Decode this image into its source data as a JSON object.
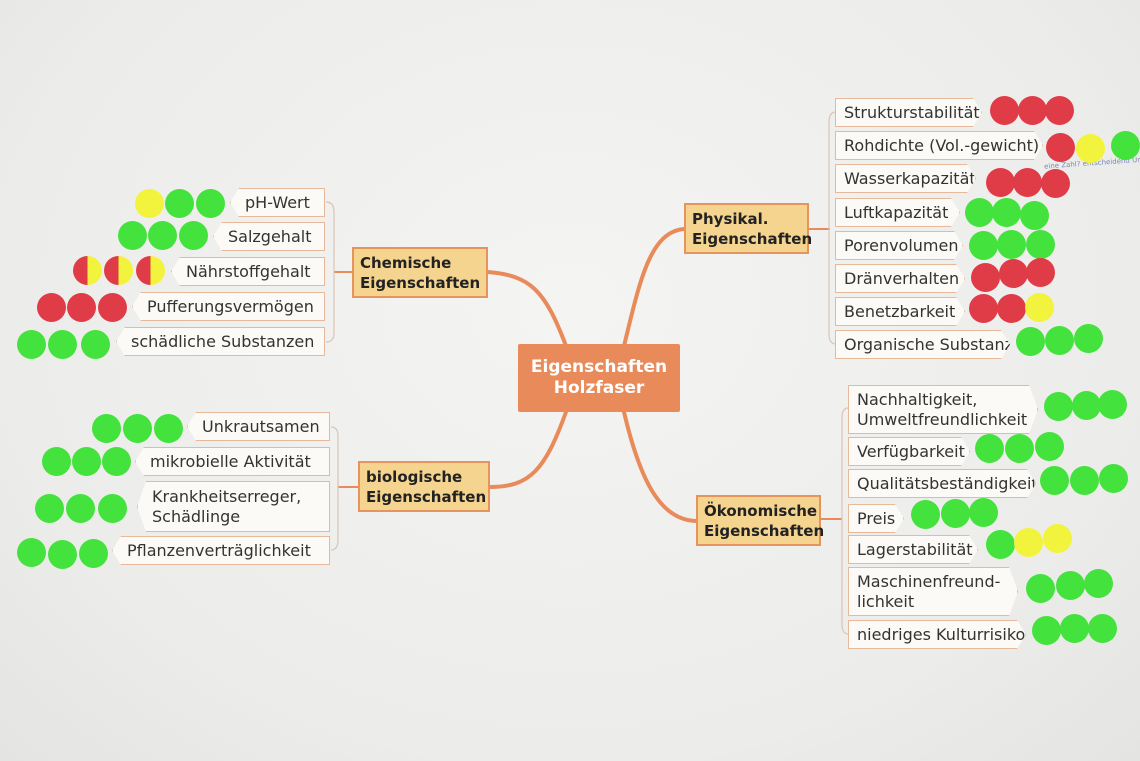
{
  "center": {
    "line1": "Eigenschaften",
    "line2": "Holzfaser"
  },
  "colors": {
    "green": "#44e23d",
    "red": "#e03c48",
    "yellow": "#f2f33c",
    "branch_fill": "#f4d48f",
    "line": "#e98a5a"
  },
  "chemisch": {
    "line1": "Chemische",
    "line2": "Eigenschaften",
    "items": [
      {
        "label": "pH-Wert",
        "ratings": [
          "yellow",
          "green",
          "green"
        ]
      },
      {
        "label": "Salzgehalt",
        "ratings": [
          "green",
          "green",
          "green"
        ]
      },
      {
        "label": "Nährstoffgehalt",
        "ratings": [
          "red-yellow",
          "red-yellow",
          "red-yellow"
        ]
      },
      {
        "label": "Pufferungsvermögen",
        "ratings": [
          "red",
          "red",
          "red"
        ]
      },
      {
        "label": "schädliche Substanzen",
        "ratings": [
          "green",
          "green",
          "green"
        ]
      }
    ]
  },
  "biologisch": {
    "line1": "biologische",
    "line2": "Eigenschaften",
    "items": [
      {
        "label": "Unkrautsamen",
        "ratings": [
          "green",
          "green",
          "green"
        ]
      },
      {
        "label": "mikrobielle Aktivität",
        "ratings": [
          "green",
          "green",
          "green"
        ]
      },
      {
        "label1": "Krankheitserreger,",
        "label2": "Schädlinge",
        "ratings": [
          "green",
          "green",
          "green"
        ]
      },
      {
        "label": "Pflanzenverträglichkeit",
        "ratings": [
          "green",
          "green",
          "green"
        ]
      }
    ]
  },
  "physikal": {
    "line1": "Physikal.",
    "line2": "Eigenschaften",
    "note": "eine Zahl? entscheidend Ungl",
    "items": [
      {
        "label": "Strukturstabilität",
        "ratings": [
          "red",
          "red",
          "red"
        ]
      },
      {
        "label": "Rohdichte (Vol.-gewicht)",
        "ratings": [
          "red",
          "yellow",
          "green"
        ]
      },
      {
        "label": "Wasserkapazität",
        "ratings": [
          "red",
          "red",
          "red"
        ]
      },
      {
        "label": "Luftkapazität",
        "ratings": [
          "green",
          "green",
          "green"
        ]
      },
      {
        "label": "Porenvolumen",
        "ratings": [
          "green",
          "green",
          "green"
        ]
      },
      {
        "label": "Dränverhalten",
        "ratings": [
          "red",
          "red",
          "red"
        ]
      },
      {
        "label": "Benetzbarkeit",
        "ratings": [
          "red",
          "red",
          "yellow"
        ]
      },
      {
        "label": "Organische Substanz",
        "ratings": [
          "green",
          "green",
          "green"
        ]
      }
    ]
  },
  "oekonomisch": {
    "line1": "Ökonomische",
    "line2": "Eigenschaften",
    "items": [
      {
        "label1": "Nachhaltigkeit,",
        "label2": "Umweltfreundlichkeit",
        "ratings": [
          "green",
          "green",
          "green"
        ]
      },
      {
        "label": "Verfügbarkeit",
        "ratings": [
          "green",
          "green",
          "green"
        ]
      },
      {
        "label": "Qualitätsbeständigkeit",
        "ratings": [
          "green",
          "green",
          "green"
        ]
      },
      {
        "label": "Preis",
        "ratings": [
          "green",
          "green",
          "green"
        ]
      },
      {
        "label": "Lagerstabilität",
        "ratings": [
          "green",
          "yellow",
          "yellow"
        ]
      },
      {
        "label1": "Maschinenfreund-",
        "label2": "lichkeit",
        "ratings": [
          "green",
          "green",
          "green"
        ]
      },
      {
        "label": "niedriges Kulturrisiko",
        "ratings": [
          "green",
          "green",
          "green"
        ]
      }
    ]
  }
}
